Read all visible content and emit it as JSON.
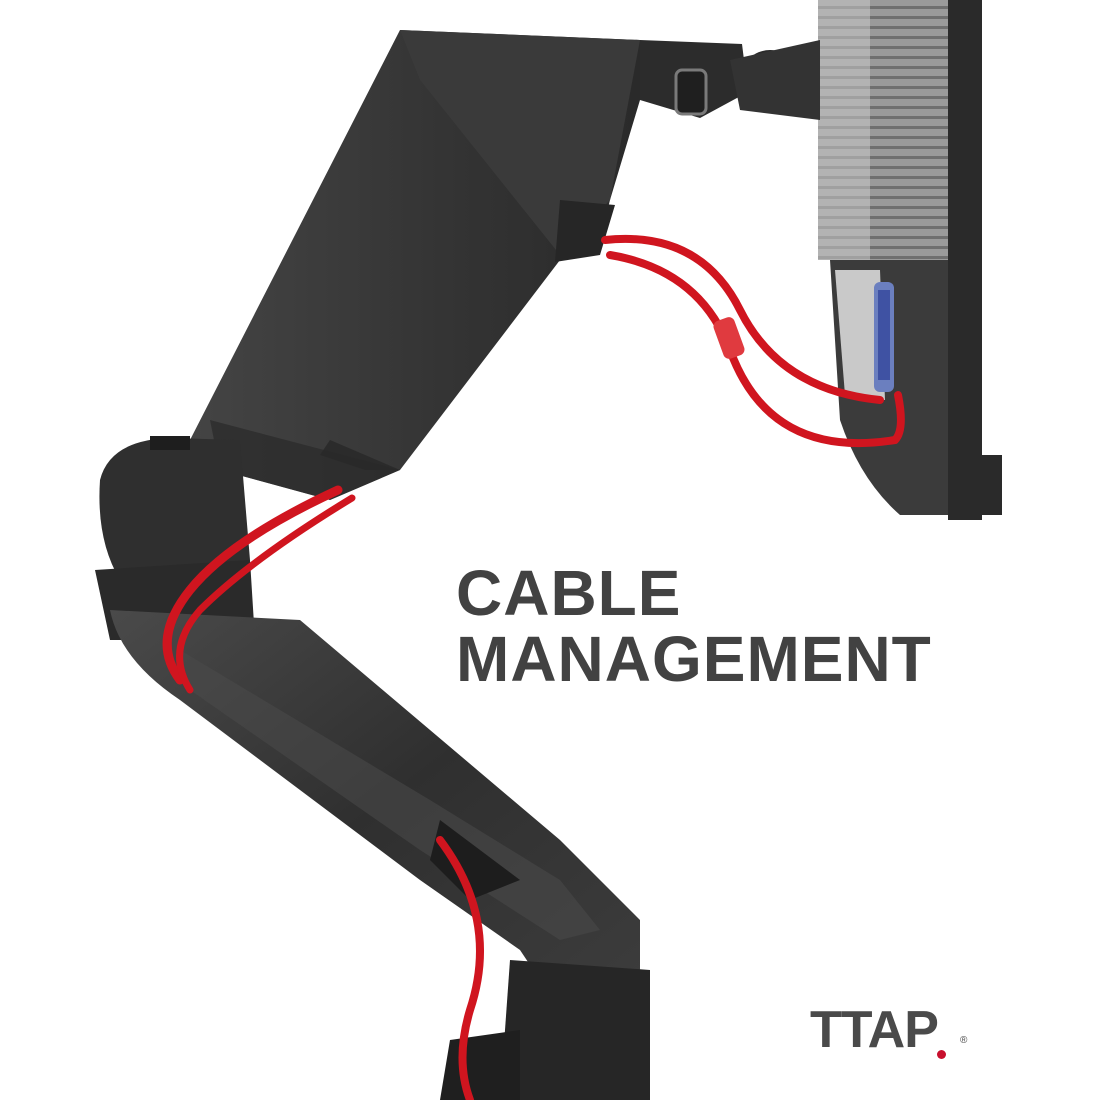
{
  "headline": {
    "line1": "CABLE",
    "line2": "MANAGEMENT"
  },
  "brand": {
    "name": "TTAP",
    "registered_mark": "®"
  },
  "colors": {
    "background": "#ffffff",
    "headline_text": "#424242",
    "arm_body": "#3a3a3a",
    "arm_highlight": "#5a5a5a",
    "cable": "#d0151f",
    "monitor": "#2b2b2b",
    "brand_accent": "#c8102e"
  },
  "product": {
    "subject": "gas-spring monitor arm",
    "icons": [
      "monitor-arm-illustration",
      "red-cable-illustration",
      "monitor-back-illustration"
    ]
  }
}
